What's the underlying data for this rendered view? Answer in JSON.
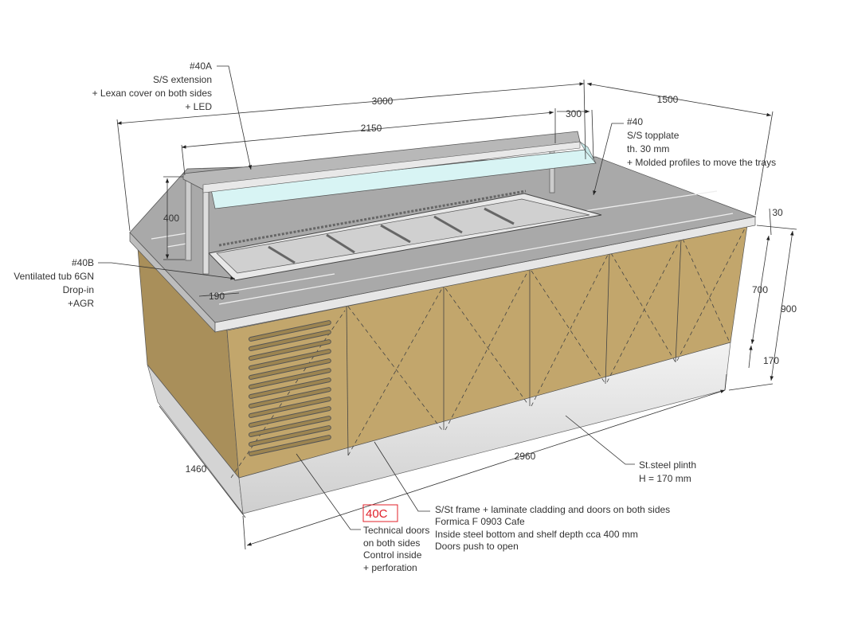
{
  "callouts": {
    "c40a": [
      "#40A",
      "S/S extension",
      "+ Lexan cover on both sides",
      "+ LED"
    ],
    "c40": [
      "#40",
      "S/S topplate",
      "th. 30 mm",
      "+ Molded profiles to move the trays"
    ],
    "c40b": [
      "#40B",
      "Ventilated tub 6GN",
      "Drop-in",
      "+AGR"
    ],
    "c40c_tag": "40C",
    "c40c": [
      "Technical doors",
      "on both sides",
      "Control inside",
      "+ perforation"
    ],
    "cladding": [
      "S/St frame + laminate cladding and doors on both sides",
      "Formica F 0903 Cafe",
      "Inside steel bottom and shelf depth cca 400 mm",
      "Doors push to open"
    ],
    "plinth": [
      "St.steel plinth",
      "H = 170 mm"
    ]
  },
  "dimensions": {
    "d3000": "3000",
    "d2150": "2150",
    "d300": "300",
    "d1500": "1500",
    "d400": "400",
    "d190": "190",
    "d30": "30",
    "d700": "700",
    "d900": "900",
    "d170": "170",
    "d1460": "1460",
    "d2960": "2960"
  },
  "colors": {
    "cladding": "#c2a66c",
    "steel": "#a9a9a9",
    "glass": "#d8f4f4",
    "tag": "#e0202a"
  }
}
